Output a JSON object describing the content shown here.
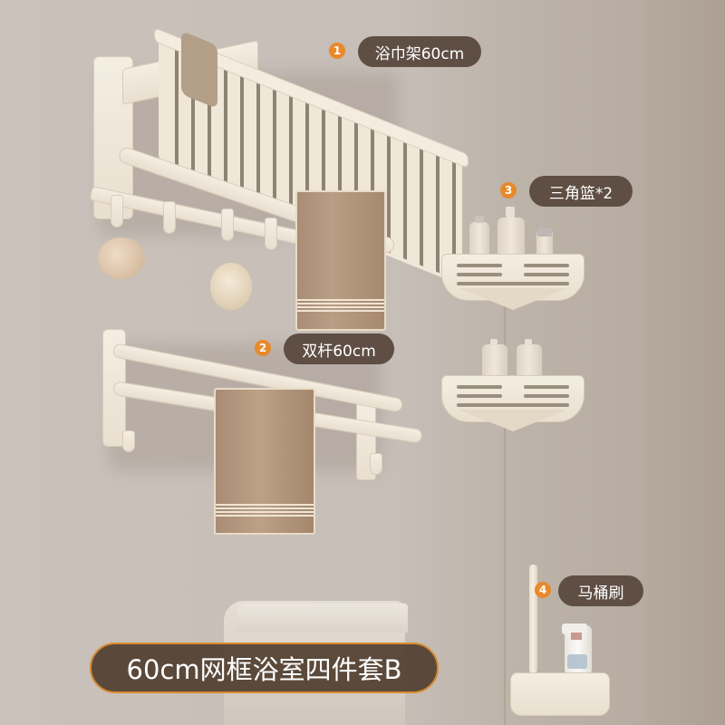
{
  "title": "60cm网框浴室四件套B",
  "colors": {
    "wall": "#c7bfb8",
    "label_bg": "#5e4e43",
    "badge": "#e8892a",
    "title_border": "#d98a32",
    "product_cream": "#f1eadc",
    "towel": "#b09580"
  },
  "items": [
    {
      "number": "1",
      "label": "浴巾架60cm"
    },
    {
      "number": "2",
      "label": "双杆60cm"
    },
    {
      "number": "3",
      "label": "三角篮*2"
    },
    {
      "number": "4",
      "label": "马桶刷"
    }
  ]
}
